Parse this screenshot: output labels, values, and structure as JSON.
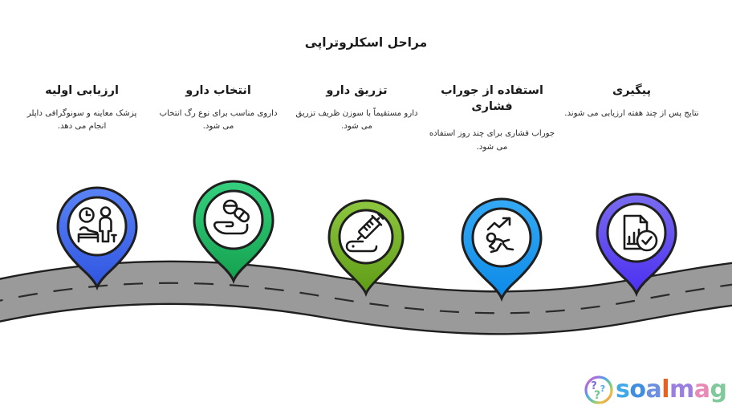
{
  "title": "مراحل اسکلروتراپی",
  "steps": [
    {
      "index": 1,
      "heading": "ارزیابی اولیه",
      "body": "پزشک معاینه و سونوگرافی داپلر انجام می دهد.",
      "icon": "doctor-patient-clock-icon",
      "color_light": "#5a83f7",
      "color_dark": "#2f55e0"
    },
    {
      "index": 2,
      "heading": "انتخاب دارو",
      "body": "داروی مناسب برای نوع رگ انتخاب می شود.",
      "icon": "hand-holding-pills-icon",
      "color_light": "#35d07f",
      "color_dark": "#14a14e"
    },
    {
      "index": 3,
      "heading": "تزریق دارو",
      "body": "دارو مستقیماً با سوزن ظریف تزریق می شود.",
      "icon": "syringe-vein-icon",
      "color_light": "#8dc63f",
      "color_dark": "#5f9c16"
    },
    {
      "index": 4,
      "heading": "استفاده از جوراب\nفشاری",
      "body": "جوراب فشاری برای چند روز استفاده می شود.",
      "icon": "running-person-arrow-icon",
      "color_light": "#35aaf5",
      "color_dark": "#0c8ae8"
    },
    {
      "index": 5,
      "heading": "پیگیری",
      "body": "نتایج پس از چند هفته ارزیابی می شوند.",
      "icon": "report-chart-check-icon",
      "color_light": "#7a6cf0",
      "color_dark": "#4b2ff0"
    }
  ],
  "road": {
    "fill": "#9a9a9a",
    "stroke": "#1f1f1f",
    "dash_color": "#2b2b2b"
  },
  "logo": {
    "text_parts": [
      {
        "char": "s",
        "color": "#41a9e8"
      },
      {
        "char": "o",
        "color": "#3f8ee0"
      },
      {
        "char": "a",
        "color": "#6d8fe0"
      },
      {
        "char": "l",
        "color": "#e8631f"
      },
      {
        "char": "m",
        "color": "#9b7fe0"
      },
      {
        "char": "a",
        "color": "#e88ab5"
      },
      {
        "char": "g",
        "color": "#7fc99a"
      }
    ],
    "mark": "question-mark-circle-icon"
  }
}
